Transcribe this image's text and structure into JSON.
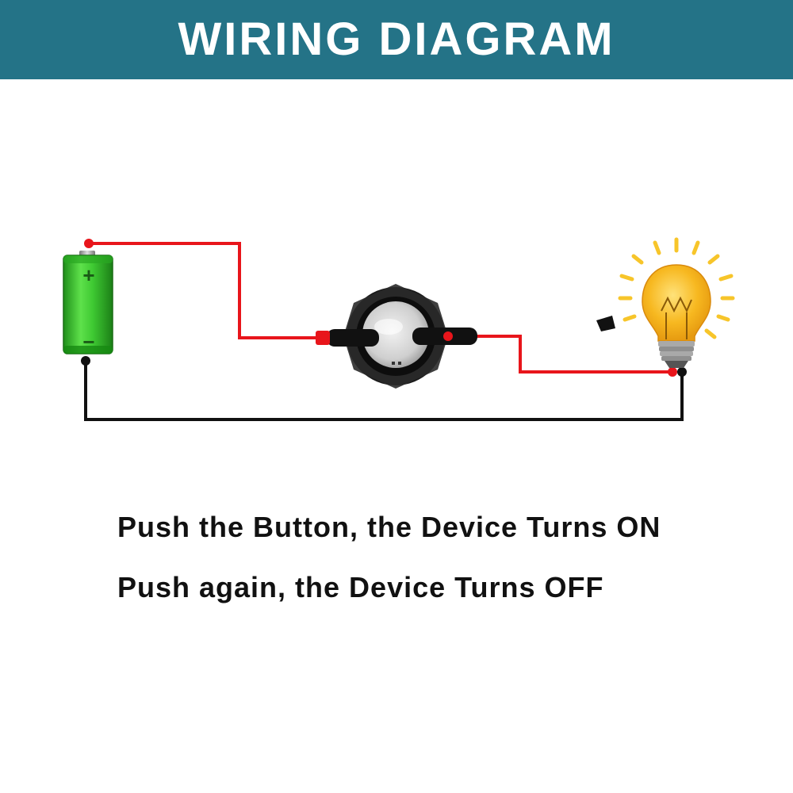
{
  "header": {
    "title": "WIRING DIAGRAM"
  },
  "diagram": {
    "components": [
      {
        "id": "battery",
        "icon": "battery-icon",
        "terminals": [
          "+",
          "−"
        ]
      },
      {
        "id": "switch",
        "icon": "push-button-switch-icon"
      },
      {
        "id": "lamp",
        "icon": "light-bulb-icon"
      }
    ],
    "battery_plus": "+",
    "battery_minus": "−"
  },
  "captions": {
    "line1": "Push the Button, the Device Turns ON",
    "line2": "Push again, the Device Turns OFF"
  },
  "colors": {
    "header_bg": "#247387",
    "wire_positive": "#e8151b",
    "wire_negative": "#111111",
    "battery_green": "#3ec932",
    "bulb_yellow": "#f7b820"
  }
}
